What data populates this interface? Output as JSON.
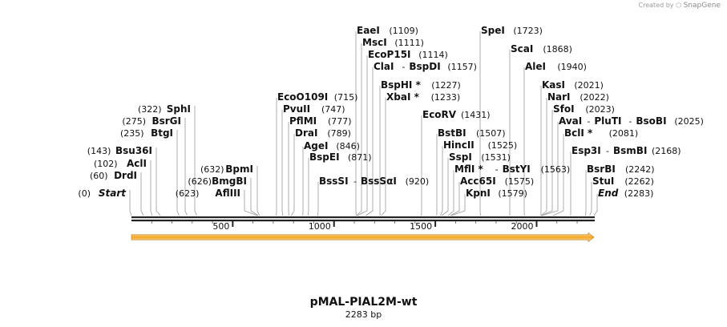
{
  "credit": {
    "prefix": "Created by",
    "brand": "SnapGene"
  },
  "map": {
    "title": "pMAL-PIAL2M-wt",
    "length_label": "2283 bp",
    "total_bp": 2283,
    "scale_ticks": [
      {
        "label": "500"
      },
      {
        "label": "1000"
      },
      {
        "label": "1500"
      },
      {
        "label": "2000"
      }
    ],
    "feature_arrow_color": "#f5a623",
    "colors": {
      "text": "#111111",
      "leader": "#9a9a9a",
      "backbone": "#222222"
    }
  },
  "sites": [
    {
      "pos": 0,
      "pos_label": "(0)",
      "names": [
        {
          "t": "Start",
          "style": "italic"
        }
      ]
    },
    {
      "pos": 60,
      "pos_label": "(60)",
      "names": [
        {
          "t": "DrdI"
        }
      ]
    },
    {
      "pos": 102,
      "pos_label": "(102)",
      "names": [
        {
          "t": "AclI"
        }
      ]
    },
    {
      "pos": 143,
      "pos_label": "(143)",
      "names": [
        {
          "t": "Bsu36I"
        }
      ]
    },
    {
      "pos": 235,
      "pos_label": "(235)",
      "names": [
        {
          "t": "BtgI"
        }
      ]
    },
    {
      "pos": 275,
      "pos_label": "(275)",
      "names": [
        {
          "t": "BsrGI"
        }
      ]
    },
    {
      "pos": 322,
      "pos_label": "(322)",
      "names": [
        {
          "t": "SphI"
        }
      ]
    },
    {
      "pos": 623,
      "pos_label": "(623)",
      "names": [
        {
          "t": "AflIII"
        }
      ]
    },
    {
      "pos": 626,
      "pos_label": "(626)",
      "names": [
        {
          "t": "BmgBI"
        }
      ]
    },
    {
      "pos": 632,
      "pos_label": "(632)",
      "names": [
        {
          "t": "BpmI"
        }
      ]
    },
    {
      "pos": 715,
      "pos_label": "(715)",
      "names": [
        {
          "t": "EcoO109I"
        }
      ]
    },
    {
      "pos": 747,
      "pos_label": "(747)",
      "names": [
        {
          "t": "PvuII"
        }
      ]
    },
    {
      "pos": 777,
      "pos_label": "(777)",
      "names": [
        {
          "t": "PflMI"
        }
      ]
    },
    {
      "pos": 789,
      "pos_label": "(789)",
      "names": [
        {
          "t": "DraI"
        }
      ]
    },
    {
      "pos": 846,
      "pos_label": "(846)",
      "names": [
        {
          "t": "AgeI"
        }
      ]
    },
    {
      "pos": 871,
      "pos_label": "(871)",
      "names": [
        {
          "t": "BspEI"
        }
      ]
    },
    {
      "pos": 920,
      "pos_label": "(920)",
      "names": [
        {
          "t": "BssSI"
        },
        {
          "t": "BssSαI"
        }
      ]
    },
    {
      "pos": 1109,
      "pos_label": "(1109)",
      "names": [
        {
          "t": "EaeI"
        }
      ]
    },
    {
      "pos": 1111,
      "pos_label": "(1111)",
      "names": [
        {
          "t": "MscI"
        }
      ]
    },
    {
      "pos": 1114,
      "pos_label": "(1114)",
      "names": [
        {
          "t": "EcoP15I"
        }
      ]
    },
    {
      "pos": 1157,
      "pos_label": "(1157)",
      "names": [
        {
          "t": "ClaI"
        },
        {
          "t": "BspDI"
        }
      ]
    },
    {
      "pos": 1227,
      "pos_label": "(1227)",
      "names": [
        {
          "t": "BspHI *"
        }
      ]
    },
    {
      "pos": 1233,
      "pos_label": "(1233)",
      "names": [
        {
          "t": "XbaI *"
        }
      ]
    },
    {
      "pos": 1431,
      "pos_label": "(1431)",
      "names": [
        {
          "t": "EcoRV"
        }
      ]
    },
    {
      "pos": 1507,
      "pos_label": "(1507)",
      "names": [
        {
          "t": "BstBI"
        }
      ]
    },
    {
      "pos": 1525,
      "pos_label": "(1525)",
      "names": [
        {
          "t": "HincII"
        }
      ]
    },
    {
      "pos": 1531,
      "pos_label": "(1531)",
      "names": [
        {
          "t": "SspI"
        }
      ]
    },
    {
      "pos": 1563,
      "pos_label": "(1563)",
      "names": [
        {
          "t": "MflI *"
        },
        {
          "t": "BstYI"
        }
      ]
    },
    {
      "pos": 1575,
      "pos_label": "(1575)",
      "names": [
        {
          "t": "Acc65I"
        }
      ]
    },
    {
      "pos": 1579,
      "pos_label": "(1579)",
      "names": [
        {
          "t": "KpnI"
        }
      ]
    },
    {
      "pos": 1723,
      "pos_label": "(1723)",
      "names": [
        {
          "t": "SpeI"
        }
      ]
    },
    {
      "pos": 1868,
      "pos_label": "(1868)",
      "names": [
        {
          "t": "ScaI"
        }
      ]
    },
    {
      "pos": 1940,
      "pos_label": "(1940)",
      "names": [
        {
          "t": "AleI"
        }
      ]
    },
    {
      "pos": 2021,
      "pos_label": "(2021)",
      "names": [
        {
          "t": "KasI"
        }
      ]
    },
    {
      "pos": 2022,
      "pos_label": "(2022)",
      "names": [
        {
          "t": "NarI"
        }
      ]
    },
    {
      "pos": 2023,
      "pos_label": "(2023)",
      "names": [
        {
          "t": "SfoI"
        }
      ]
    },
    {
      "pos": 2025,
      "pos_label": "(2025)",
      "names": [
        {
          "t": "AvaI"
        },
        {
          "t": "PluTI"
        },
        {
          "t": "BsoBI"
        }
      ]
    },
    {
      "pos": 2081,
      "pos_label": "(2081)",
      "names": [
        {
          "t": "BclI *"
        }
      ]
    },
    {
      "pos": 2168,
      "pos_label": "(2168)",
      "names": [
        {
          "t": "Esp3I"
        },
        {
          "t": "BsmBI"
        }
      ]
    },
    {
      "pos": 2242,
      "pos_label": "(2242)",
      "names": [
        {
          "t": "BsrBI"
        }
      ]
    },
    {
      "pos": 2262,
      "pos_label": "(2262)",
      "names": [
        {
          "t": "StuI"
        }
      ]
    },
    {
      "pos": 2283,
      "pos_label": "(2283)",
      "names": [
        {
          "t": "End",
          "style": "italic"
        }
      ]
    }
  ]
}
